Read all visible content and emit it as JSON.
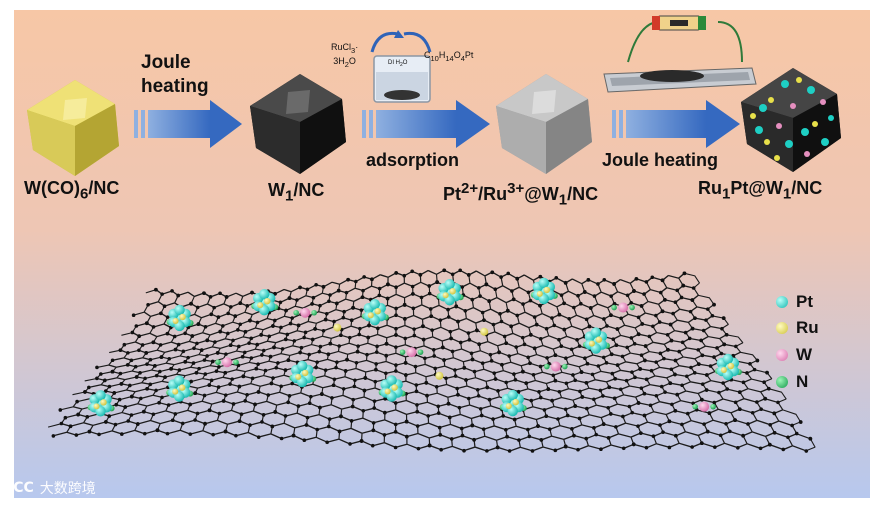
{
  "steps": [
    {
      "label_html": "W(CO)<sub>6</sub>/NC"
    },
    {
      "label_html": "W<sub>1</sub>/NC"
    },
    {
      "label_html": "Pt<sup>2+</sup>/Ru<sup>3+</sup>@W<sub>1</sub>/NC"
    },
    {
      "label_html": "Ru<sub>1</sub>Pt@W<sub>1</sub>/NC"
    }
  ],
  "arrows": {
    "a1_line1": "Joule",
    "a1_line2": "heating",
    "a2": "adsorption",
    "a3": "Joule heating"
  },
  "beaker": {
    "reagent_left_html": "RuCl<sub>3</sub>·<br>3H<sub>2</sub>O",
    "reagent_right_html": "C<sub>10</sub>H<sub>14</sub>O<sub>4</sub>Pt",
    "content_html": "DI H<sub>2</sub>O"
  },
  "legend": [
    {
      "label": "Pt",
      "color": "#1ecfc4"
    },
    {
      "label": "Ru",
      "color": "#e8e04a"
    },
    {
      "label": "W",
      "color": "#e58fbf"
    },
    {
      "label": "N",
      "color": "#22b85a"
    }
  ],
  "watermark": {
    "logo": "ICC",
    "text": "大数跨境"
  },
  "colors": {
    "accent_arrow": "#3a73c4",
    "band_top": "#f7c5a2",
    "band_bottom": "#b4c7ee"
  }
}
